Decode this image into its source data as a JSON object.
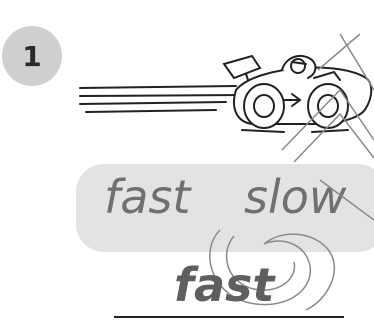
{
  "question": {
    "number": "1"
  },
  "picture": {
    "icon": "race-car-icon"
  },
  "choices": [
    "fast",
    "slow"
  ],
  "answer": {
    "text": "fast"
  }
}
